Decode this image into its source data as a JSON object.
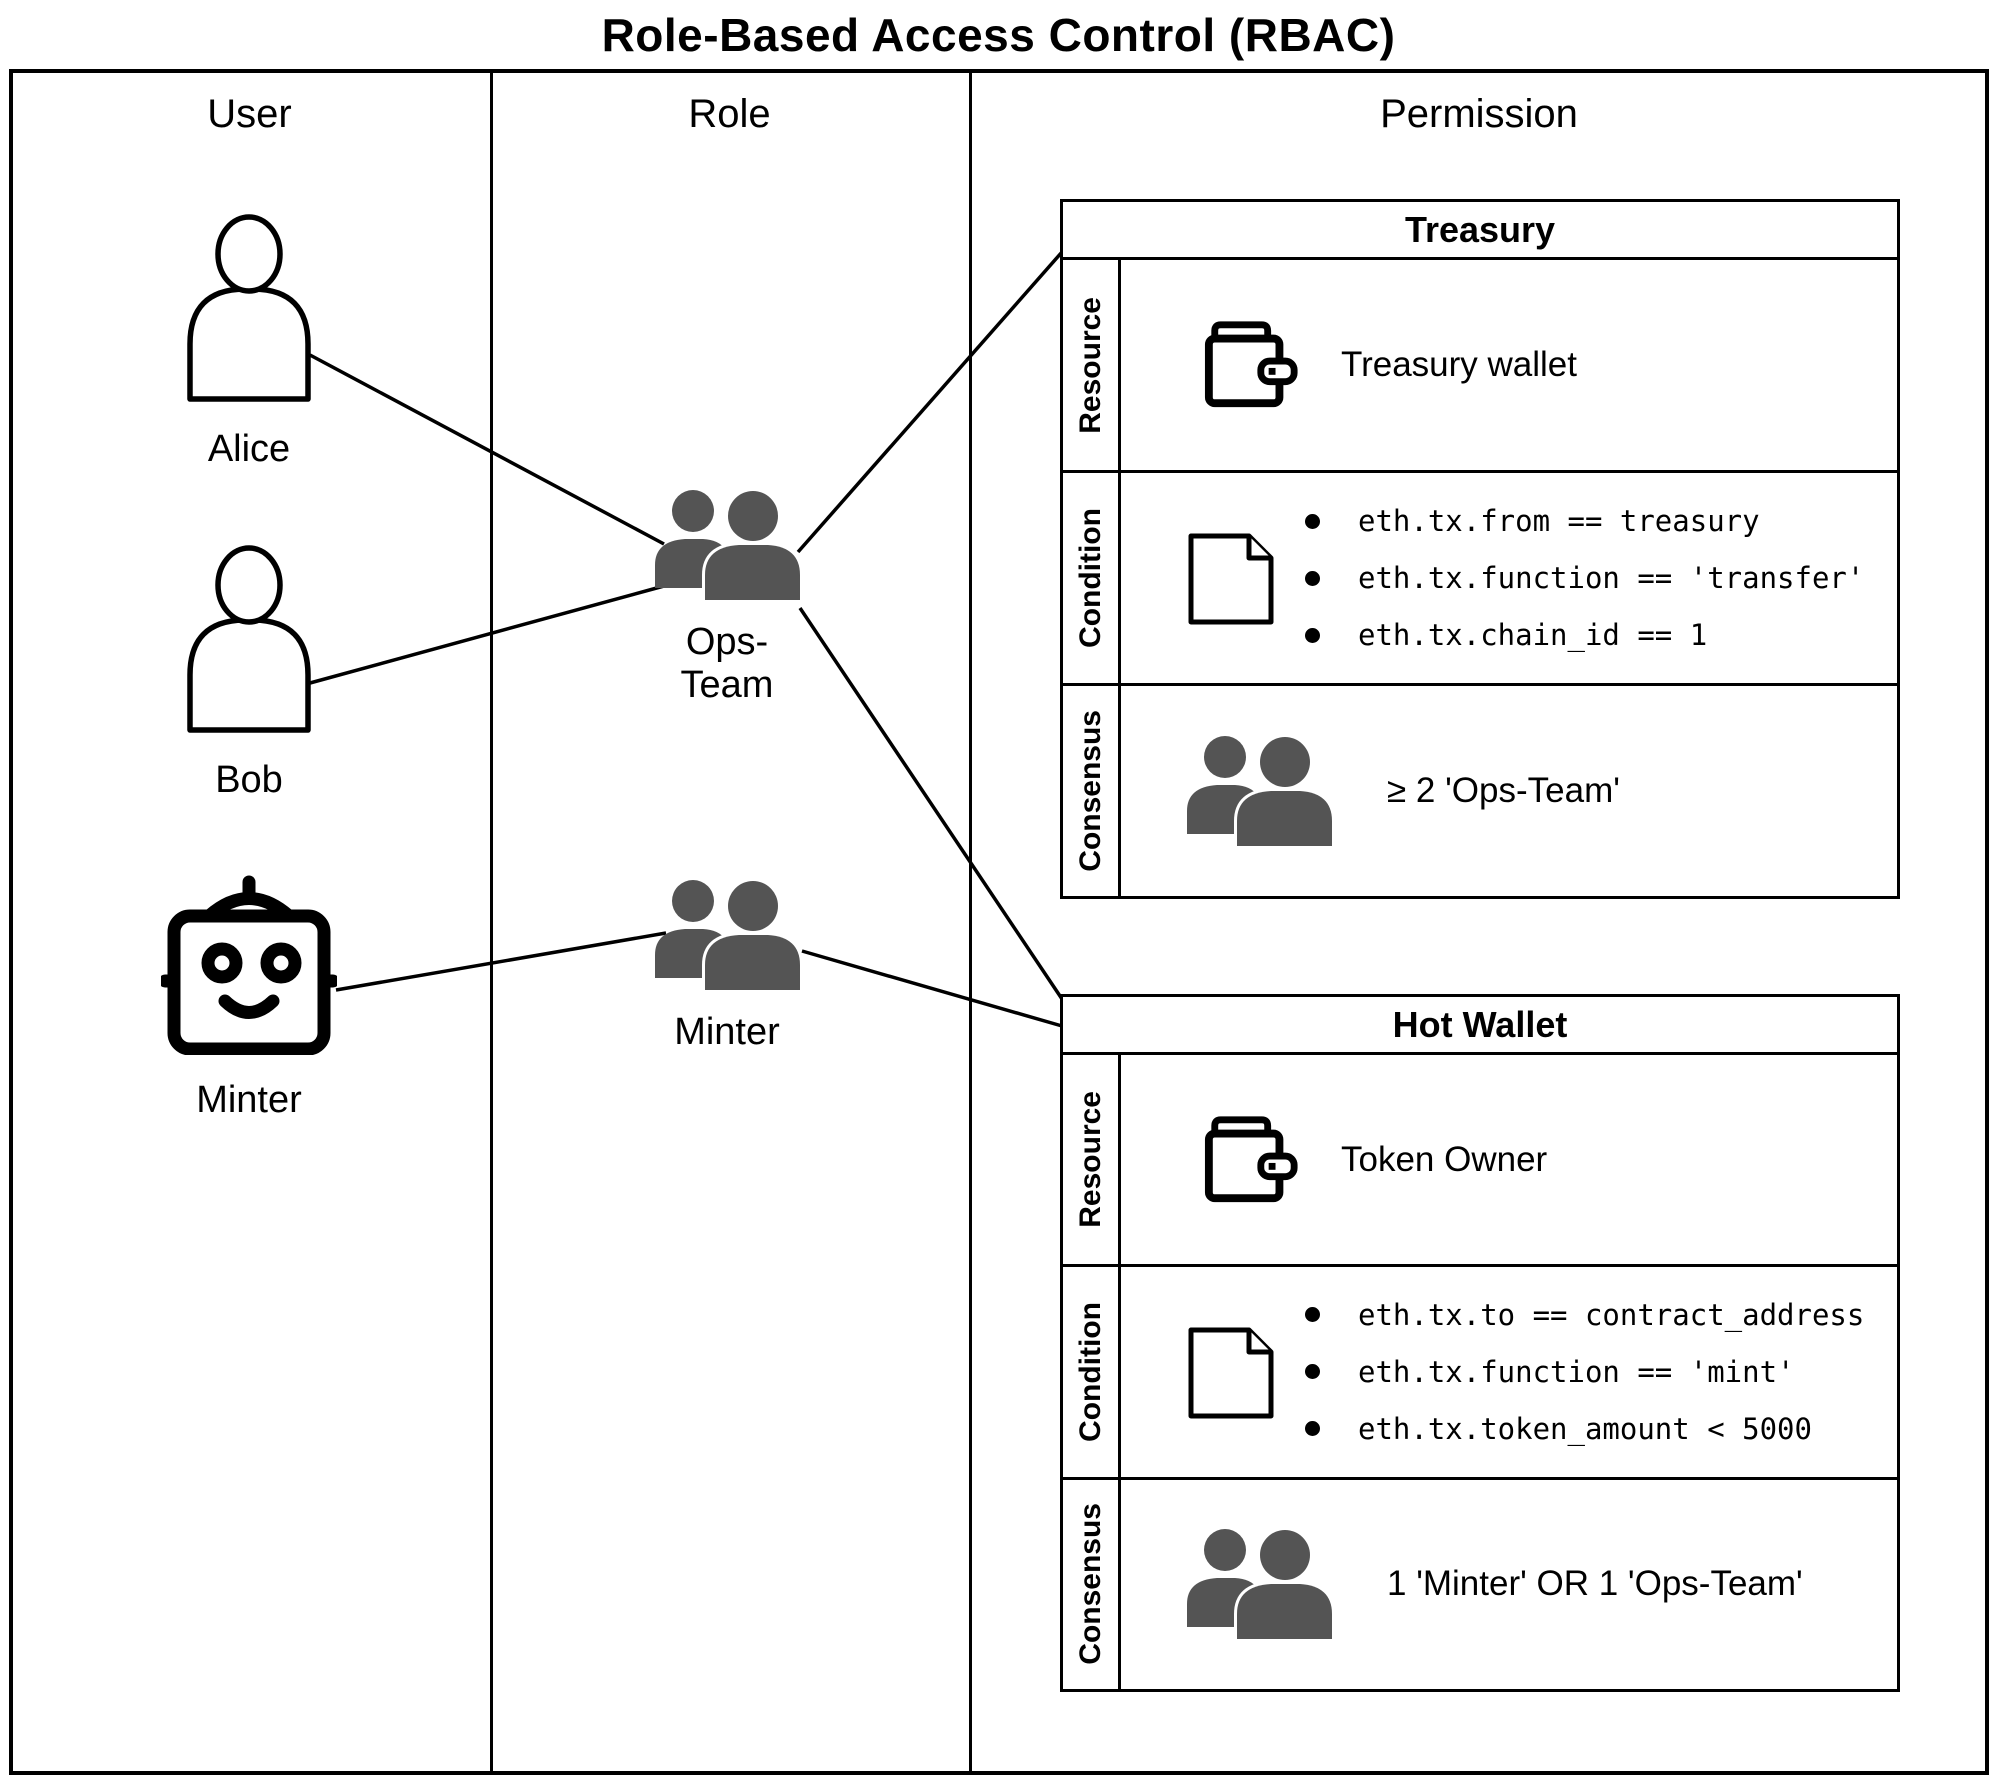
{
  "title": "Role-Based Access Control (RBAC)",
  "columns": {
    "user": "User",
    "role": "Role",
    "permission": "Permission"
  },
  "users": [
    {
      "name": "Alice",
      "icon": "person-icon"
    },
    {
      "name": "Bob",
      "icon": "person-icon"
    },
    {
      "name": "Minter",
      "icon": "robot-icon"
    }
  ],
  "roles": [
    {
      "name": "Ops-Team",
      "icon": "people-group-icon"
    },
    {
      "name": "Minter",
      "icon": "people-group-icon"
    }
  ],
  "permissions": [
    {
      "title": "Treasury",
      "resource": {
        "label": "Resource",
        "icon": "wallet-icon",
        "text": "Treasury wallet"
      },
      "condition": {
        "label": "Condition",
        "icon": "document-icon",
        "items": [
          "eth.tx.from == treasury",
          "eth.tx.function == 'transfer'",
          "eth.tx.chain_id == 1"
        ]
      },
      "consensus": {
        "label": "Consensus",
        "icon": "people-group-icon",
        "text": "≥ 2 'Ops-Team'"
      }
    },
    {
      "title": "Hot Wallet",
      "resource": {
        "label": "Resource",
        "icon": "wallet-icon",
        "text": "Token Owner"
      },
      "condition": {
        "label": "Condition",
        "icon": "document-icon",
        "items": [
          "eth.tx.to == contract_address",
          "eth.tx.function == 'mint'",
          "eth.tx.token_amount < 5000"
        ]
      },
      "consensus": {
        "label": "Consensus",
        "icon": "people-group-icon",
        "text": "1 'Minter' OR 1 'Ops-Team'"
      }
    }
  ],
  "connections": [
    {
      "from": "Alice",
      "to": "Ops-Team"
    },
    {
      "from": "Bob",
      "to": "Ops-Team"
    },
    {
      "from": "Minter (user)",
      "to": "Minter (role)"
    },
    {
      "from": "Ops-Team",
      "to": "Treasury"
    },
    {
      "from": "Ops-Team",
      "to": "Hot Wallet"
    },
    {
      "from": "Minter (role)",
      "to": "Hot Wallet"
    }
  ],
  "colors": {
    "line": "#000000",
    "icon_fill": "#545454",
    "background": "#ffffff",
    "text": "#000000"
  }
}
